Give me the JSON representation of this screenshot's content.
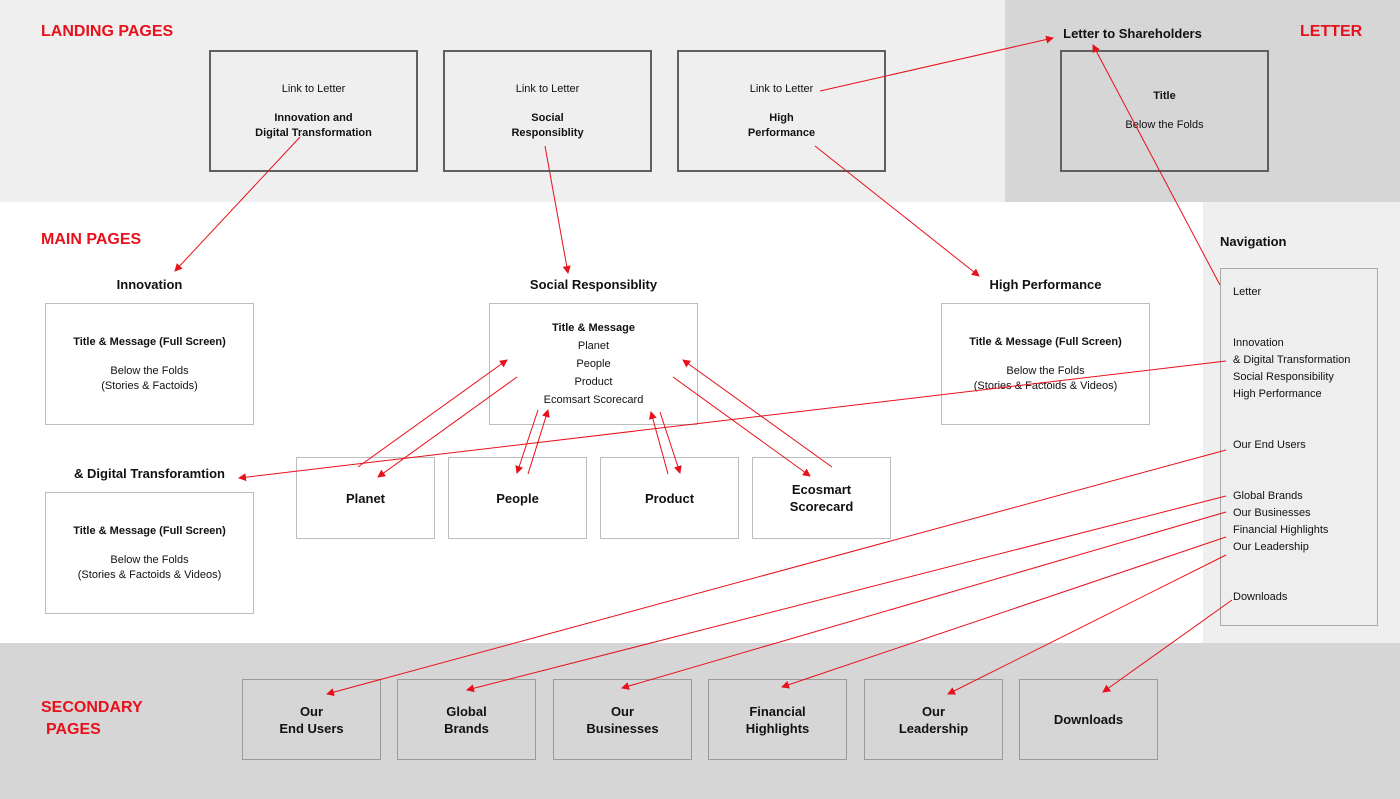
{
  "sections": {
    "landing": "LANDING PAGES",
    "letter": "LETTER",
    "main": "MAIN PAGES",
    "secondary_1": "SECONDARY",
    "secondary_2": "PAGES"
  },
  "landing_boxes": [
    {
      "link": "Link to Letter",
      "title_1": "Innovation and",
      "title_2": "Digital Transformation"
    },
    {
      "link": "Link to Letter",
      "title_1": "Social",
      "title_2": "Responsiblity"
    },
    {
      "link": "Link to Letter",
      "title_1": "High",
      "title_2": "Performance"
    }
  ],
  "letter": {
    "heading": "Letter to Shareholders",
    "title": "Title",
    "subtitle": "Below the Folds"
  },
  "main": {
    "innovation": {
      "heading": "Innovation",
      "title": "Title & Message (Full Screen)",
      "line1": "Below the Folds",
      "line2": "(Stories & Factoids)"
    },
    "social": {
      "heading": "Social Responsiblity",
      "title": "Title & Message",
      "items": [
        "Planet",
        "People",
        "Product",
        "Ecomsart Scorecard"
      ]
    },
    "high_performance": {
      "heading": "High Performance",
      "title": "Title & Message (Full Screen)",
      "line1": "Below the Folds",
      "line2": "(Stories & Factoids & Videos)"
    },
    "digital": {
      "heading": "& Digital Transforamtion",
      "title": "Title & Message (Full Screen)",
      "line1": "Below the Folds",
      "line2": "(Stories & Factoids & Videos)"
    },
    "subpages": [
      {
        "l1": "Planet"
      },
      {
        "l1": "People"
      },
      {
        "l1": "Product"
      },
      {
        "l1": "Ecosmart",
        "l2": "Scorecard"
      }
    ]
  },
  "navigation": {
    "heading": "Navigation",
    "items": [
      "Letter",
      "Innovation",
      "& Digital Transformation",
      "Social Responsibility",
      "High Performance",
      "Our End Users",
      "Global Brands",
      "Our Businesses",
      "Financial Highlights",
      "Our Leadership",
      "Downloads"
    ]
  },
  "secondary": [
    {
      "l1": "Our",
      "l2": "End Users"
    },
    {
      "l1": "Global",
      "l2": "Brands"
    },
    {
      "l1": "Our",
      "l2": "Businesses"
    },
    {
      "l1": "Financial",
      "l2": "Highlights"
    },
    {
      "l1": "Our",
      "l2": "Leadership"
    },
    {
      "l1": "Downloads"
    }
  ],
  "colors": {
    "accent": "#e8101a",
    "arrow": "#e8101a"
  }
}
